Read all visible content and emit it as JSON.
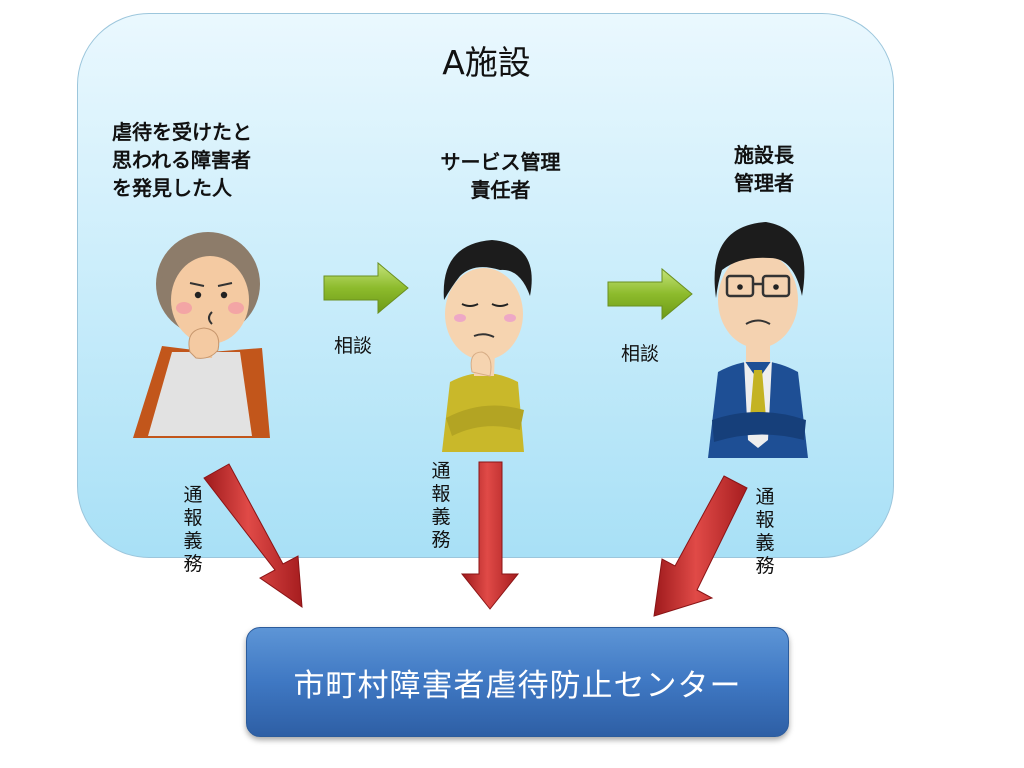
{
  "facility": {
    "title": "A施設"
  },
  "roles": {
    "discoverer": [
      "虐待を受けたと",
      "思われる障害者",
      "を発見した人"
    ],
    "service_manager": [
      "サービス管理",
      "責任者"
    ],
    "facility_manager": [
      "施設長",
      "管理者"
    ]
  },
  "consult_label_1": "相談",
  "consult_label_2": "相談",
  "report_duty_1": [
    "通",
    "報",
    "義",
    "務"
  ],
  "report_duty_2": [
    "通",
    "報",
    "義",
    "務"
  ],
  "report_duty_3": [
    "通",
    "報",
    "義",
    "務"
  ],
  "center": {
    "label": "市町村障害者虐待防止センター"
  },
  "colors": {
    "facility_fill": "#cdeefb",
    "green_arrow": "#8dbb2c",
    "red_arrow": "#c8282a",
    "center_fill": "#3f78c3"
  },
  "icons": [
    "worried-woman-icon",
    "thinking-man-icon",
    "glasses-manager-icon"
  ]
}
